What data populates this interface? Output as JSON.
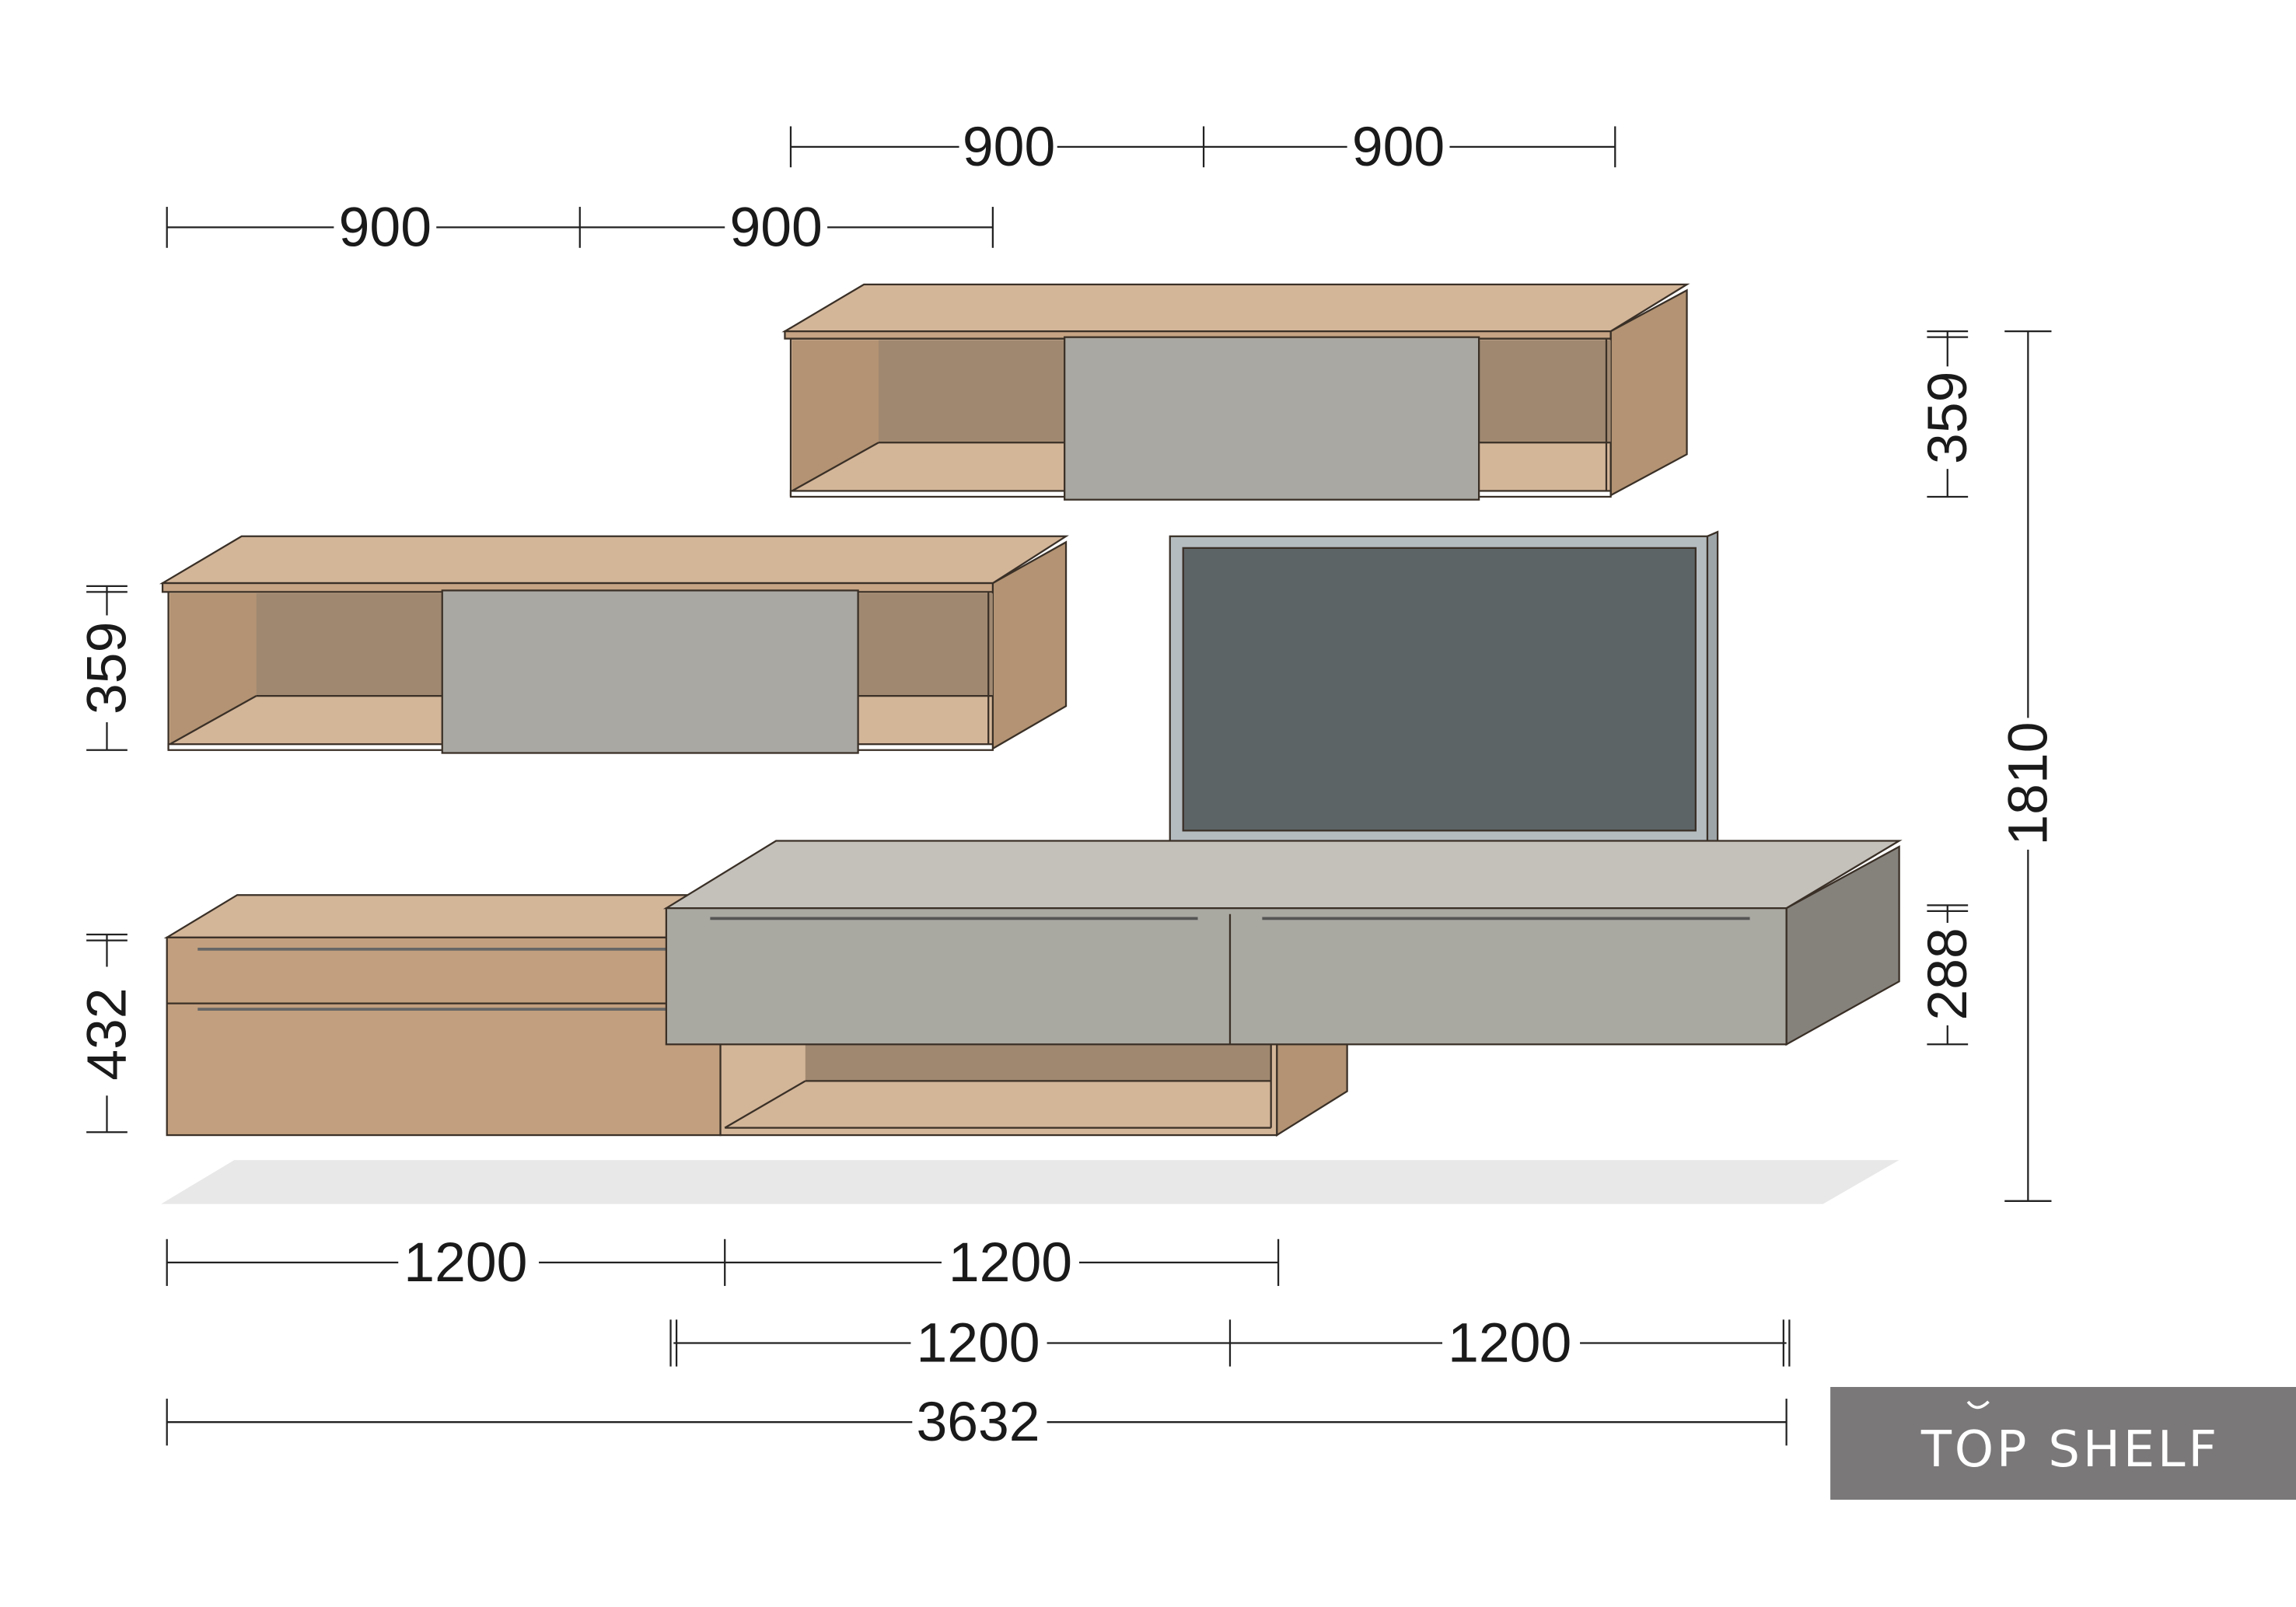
{
  "colors": {
    "oak_top": "#d3b598",
    "oak_side": "#b39373",
    "oak_back": "#a08870",
    "oak_front": "#c29f7e",
    "door_grey": "#a9a8a2",
    "console_top": "#c4c1bb",
    "console_side": "#85827c",
    "tv_frame": "#b5bcc0",
    "tv_screen": "#5c6466",
    "floor_shadow": "#e8e8e8",
    "logo_bg": "#7a7879"
  },
  "dimensions": {
    "top_row_1": [
      "900",
      "900"
    ],
    "top_row_2": [
      "900",
      "900"
    ],
    "bottom_row_1": [
      "1200",
      "1200"
    ],
    "bottom_row_2": [
      "1200",
      "1200"
    ],
    "total_width": "3632",
    "left_wall_cabinet_height": "359",
    "left_lowboard_height": "432",
    "right_wall_cabinet_height": "359",
    "right_console_height": "288",
    "total_height": "1810"
  },
  "logo": {
    "text": "TOP SHELF"
  }
}
